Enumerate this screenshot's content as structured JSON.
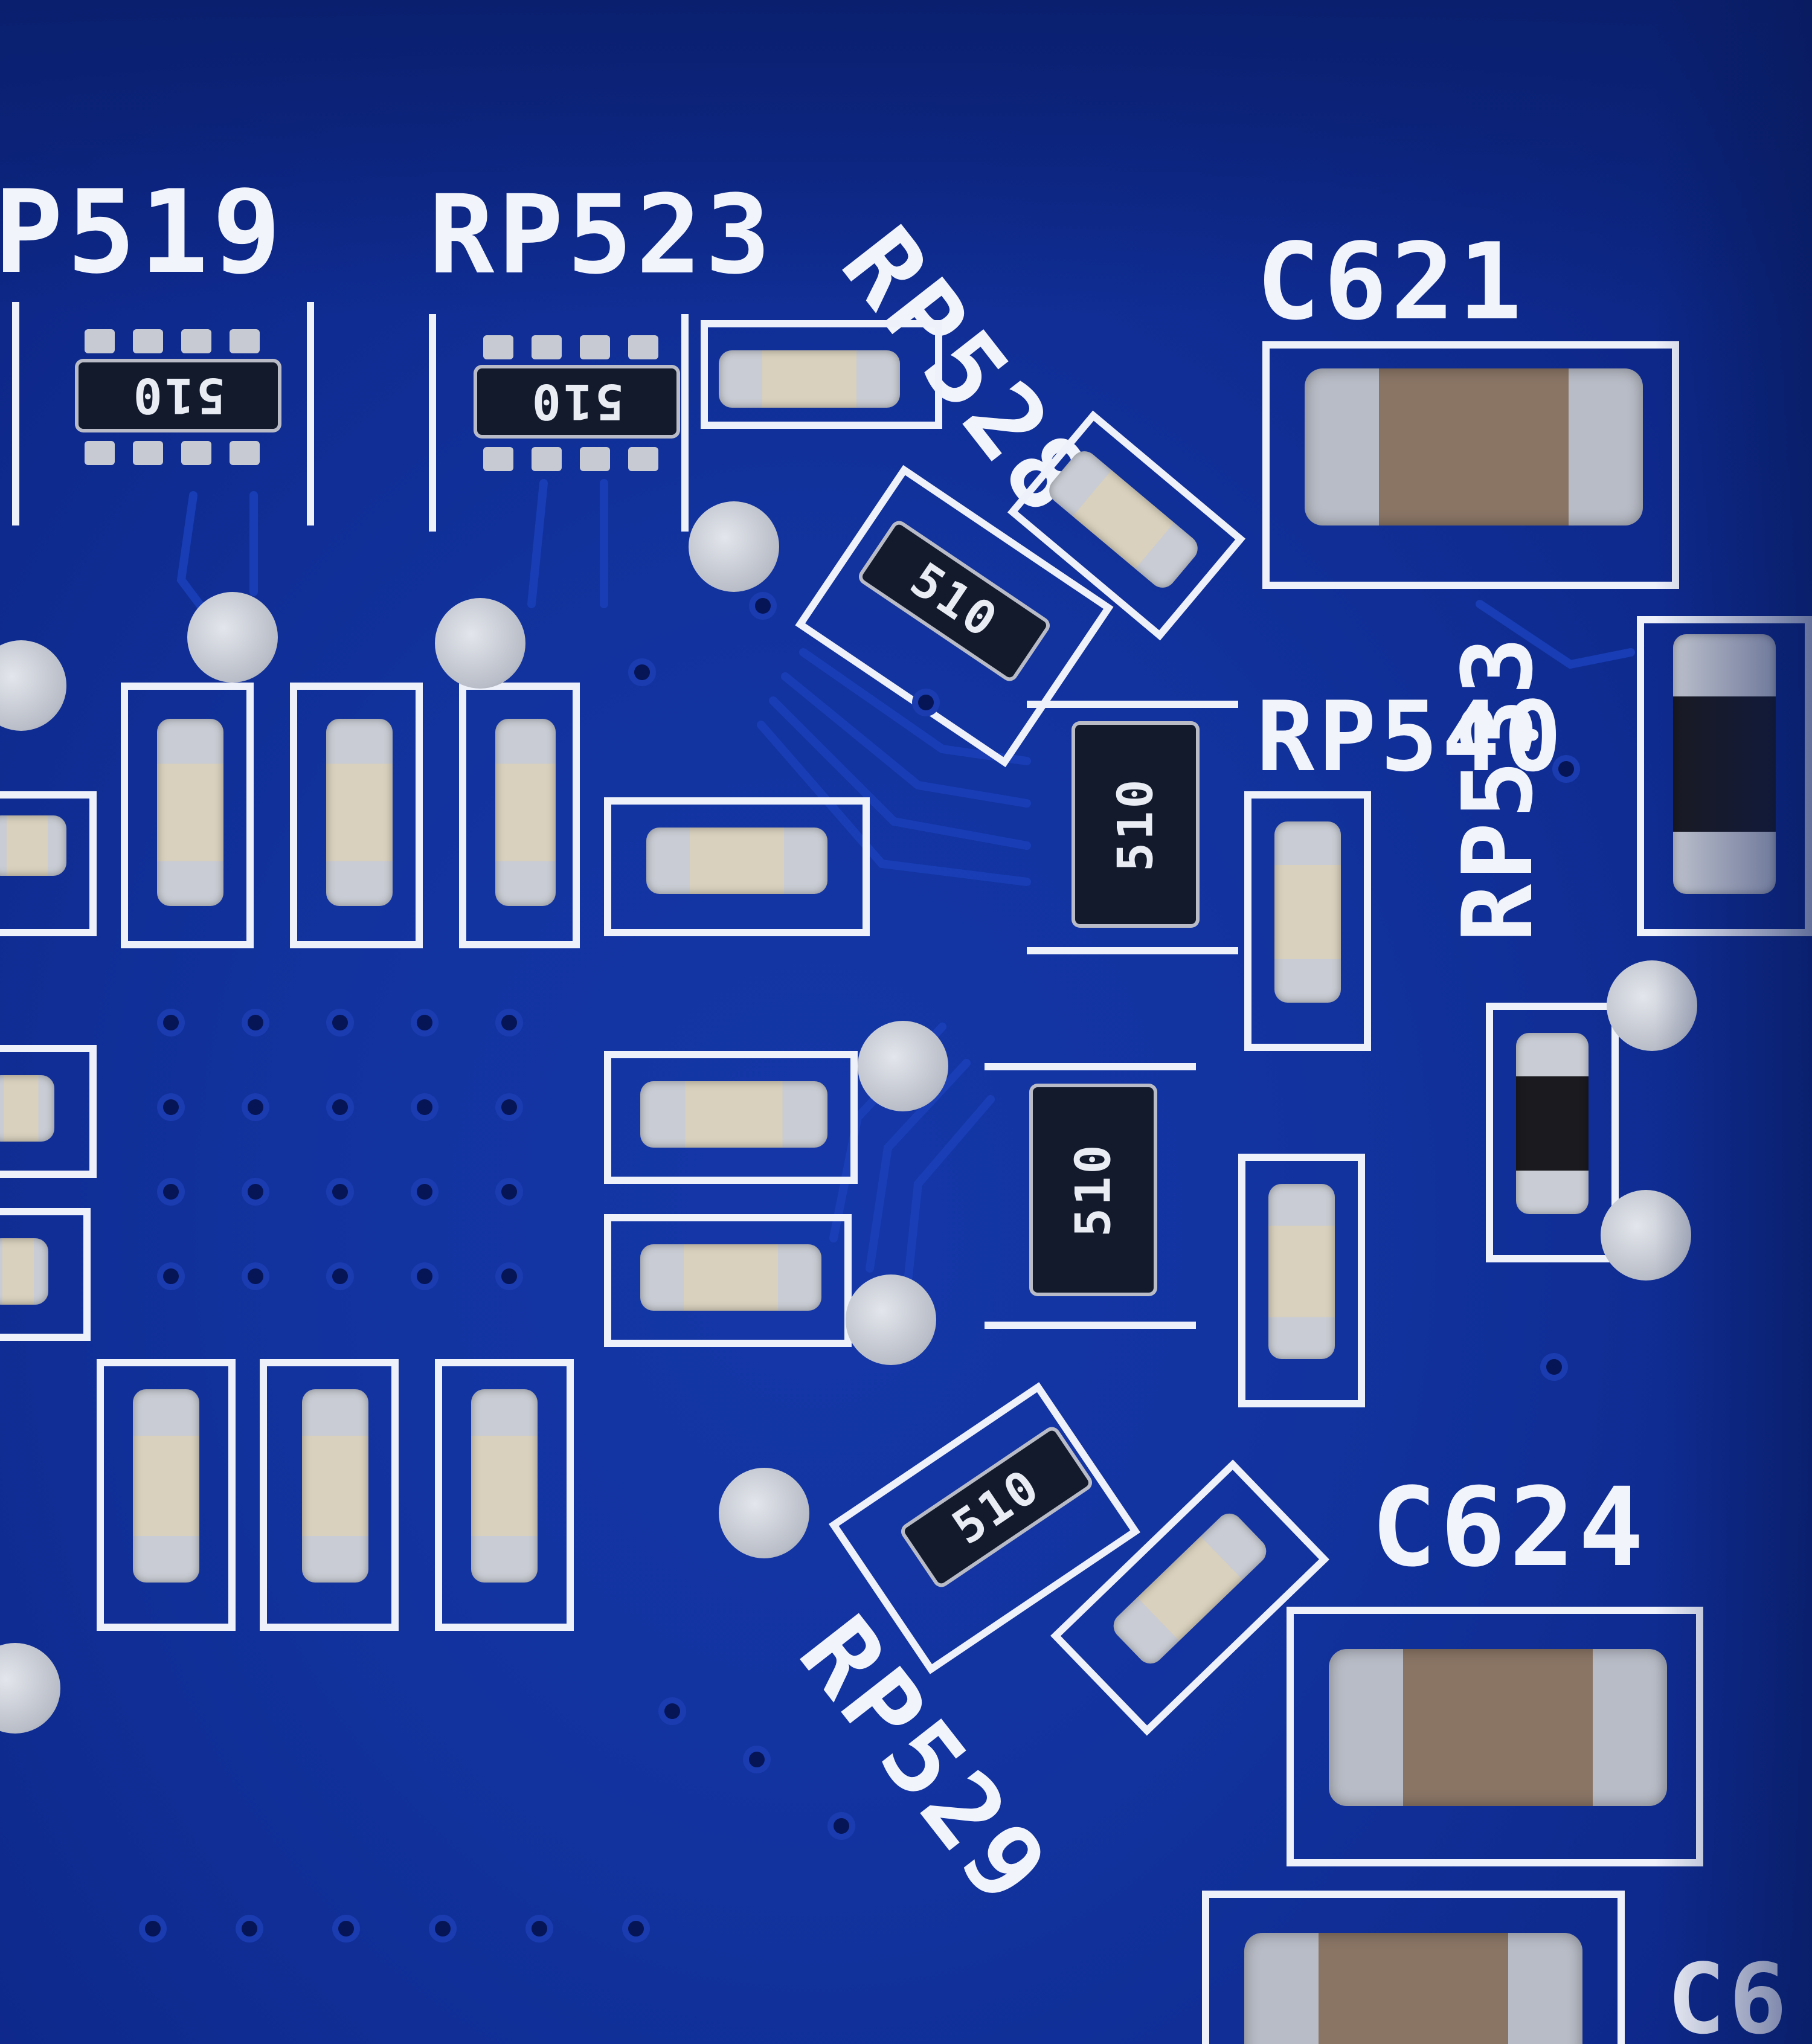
{
  "board": {
    "labels": {
      "rp519": "P519",
      "rp523": "RP523",
      "rp528": "RP528",
      "c621": "C621",
      "rp540": "RP540",
      "rp533": "RP533",
      "c624": "C624",
      "rp529": "RP529",
      "c_edge": "C6"
    },
    "chip_markings": {
      "a": "510",
      "b": "510",
      "c": "510",
      "d": "510",
      "e": "510",
      "f": "510"
    },
    "colors": {
      "pcb": "#12339f",
      "silkscreen": "#eef1fa",
      "pad": "#c7cad2"
    }
  }
}
